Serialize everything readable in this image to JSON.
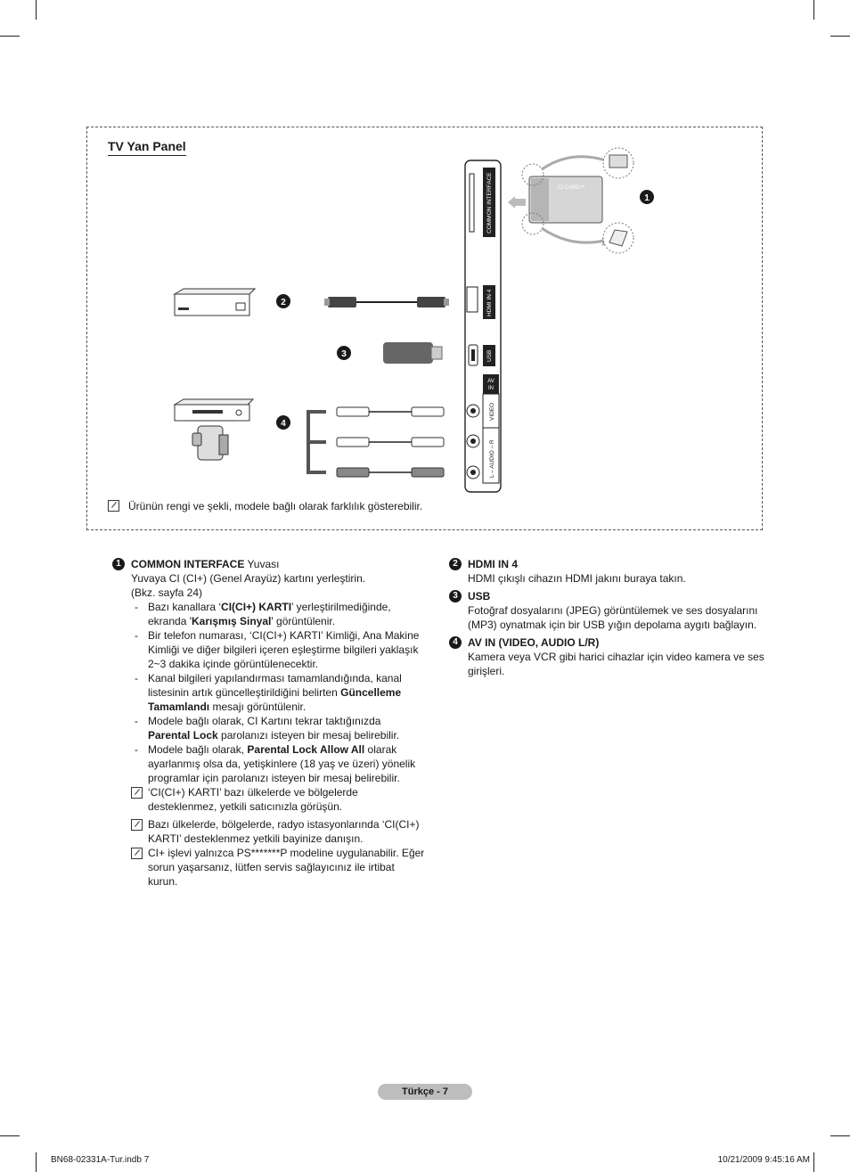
{
  "panel": {
    "title": "TV Yan Panel",
    "note": "Ürünün rengi ve şekli, modele bağlı olarak farklılık gösterebilir.",
    "port_labels": {
      "common_interface": "COMMON INTERFACE",
      "hdmi": "HDMI IN 4",
      "usb": "USB",
      "av_in": "AV IN",
      "video": "VIDEO",
      "audio": "L – AUDIO – R",
      "ci_card": "CI CARD™"
    },
    "callouts": [
      "1",
      "2",
      "3",
      "4"
    ]
  },
  "left": {
    "item1_title": "COMMON INTERFACE",
    "item1_title_suffix": " Yuvası",
    "item1_line1": "Yuvaya CI (CI+) (Genel Arayüz) kartını yerleştirin.",
    "item1_line2": "(Bkz. sayfa 24)",
    "bullets": [
      {
        "a": "Bazı kanallara ‘",
        "b": "CI(CI+) KARTI",
        "c": "’ yerleştirilmediğinde, ekranda '",
        "d": "Karışmış Sinyal",
        "e": "' görüntülenir."
      },
      {
        "a": "Bir telefon numarası, ‘CI(CI+) KARTI’ Kimliği, Ana Makine Kimliği ve diğer bilgileri içeren eşleştirme bilgileri yaklaşık 2~3 dakika içinde görüntülenecektir."
      },
      {
        "a": "Kanal bilgileri yapılandırması tamamlandığında, kanal listesinin artık güncelleştirildiğini belirten ",
        "b": "Güncelleme Tamamlandı",
        "c": " mesajı görüntülenir."
      },
      {
        "a": "Modele bağlı olarak, CI Kartını tekrar taktığınızda ",
        "b": "Parental Lock",
        "c": " parolanızı isteyen bir mesaj belirebilir."
      },
      {
        "a": "Modele bağlı olarak, ",
        "b": "Parental Lock Allow All",
        "c": " olarak ayarlanmış olsa da, yetişkinlere (18 yaş ve üzeri) yönelik programlar için parolanızı isteyen bir mesaj belirebilir."
      }
    ],
    "notes": [
      "‘CI(CI+) KARTI’ bazı ülkelerde ve bölgelerde desteklenmez, yetkili satıcınızla görüşün.",
      "Bazı ülkelerde, bölgelerde, radyo istasyonlarında ‘CI(CI+) KARTI’ desteklenmez yetkili bayinize danışın.",
      "CI+ işlevi yalnızca PS*******P modeline uygulanabilir. Eğer sorun yaşarsanız, lütfen servis sağlayıcınız ile irtibat kurun."
    ]
  },
  "right": {
    "items": [
      {
        "num": "2",
        "title": "HDMI IN 4",
        "text": "HDMI çıkışlı cihazın HDMI jakını buraya takın."
      },
      {
        "num": "3",
        "title": "USB",
        "text": "Fotoğraf dosyalarını (JPEG) görüntülemek ve ses dosyalarını (MP3) oynatmak için bir USB yığın depolama aygıtı bağlayın."
      },
      {
        "num": "4",
        "title": "AV IN (VIDEO, AUDIO L/R)",
        "text": "Kamera veya VCR gibi harici cihazlar için video kamera ve ses girişleri."
      }
    ]
  },
  "footer": {
    "page": "Türkçe - 7",
    "slug_left": "BN68-02331A-Tur.indb   7",
    "slug_right": "10/21/2009   9:45:16 AM"
  }
}
